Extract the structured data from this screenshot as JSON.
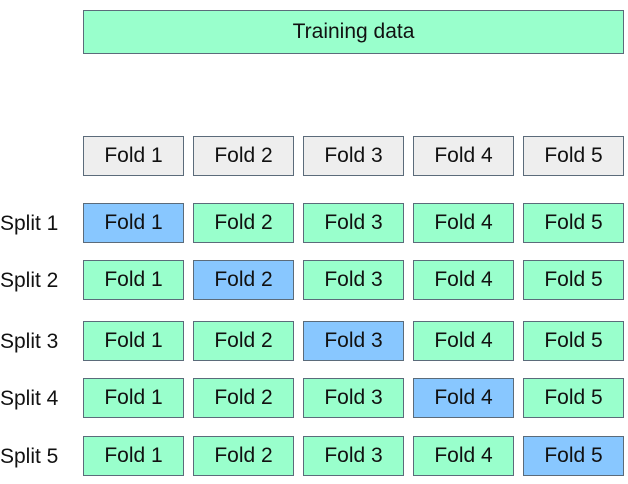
{
  "training_label": "Training data",
  "folds": [
    "Fold 1",
    "Fold 2",
    "Fold 3",
    "Fold 4",
    "Fold 5"
  ],
  "splits": [
    {
      "label": "Split 1",
      "test_fold": 1
    },
    {
      "label": "Split 2",
      "test_fold": 2
    },
    {
      "label": "Split 3",
      "test_fold": 3
    },
    {
      "label": "Split 4",
      "test_fold": 4
    },
    {
      "label": "Split 5",
      "test_fold": 5
    }
  ],
  "colors": {
    "training": "#99ffcc",
    "header_fold": "#eeeeee",
    "test_fold": "#88c7ff",
    "border": "#5b6b7a"
  }
}
